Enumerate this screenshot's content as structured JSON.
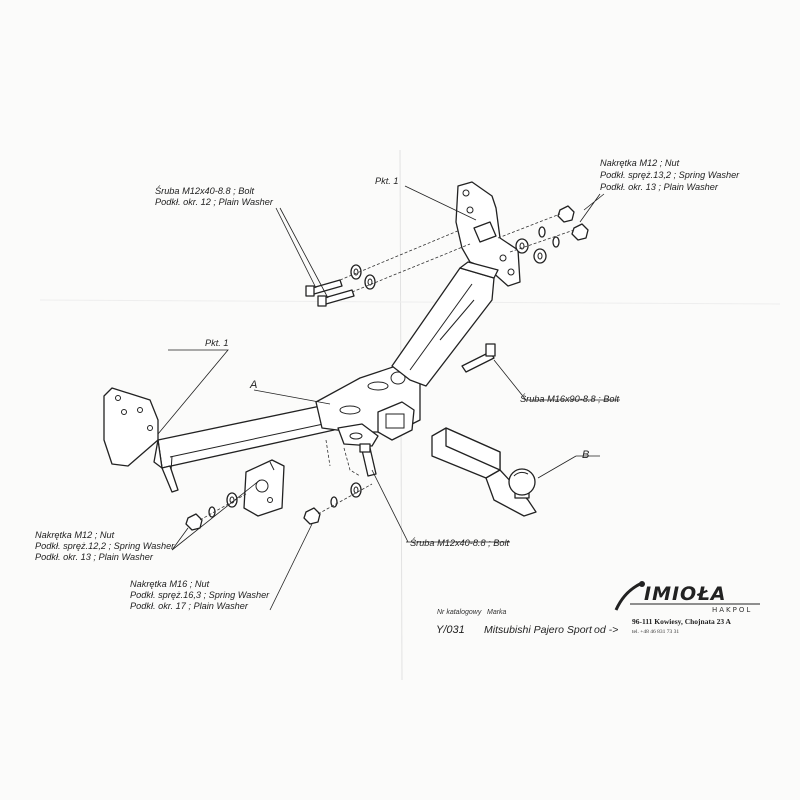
{
  "labels": {
    "bolt_m12_top": {
      "line1": "Śruba M12x40-8.8 ;  Bolt",
      "line2": "Podkł. okr. 12 ; Plain Washer"
    },
    "nut_m12_top": {
      "line1": "Nakrętka  M12 ; Nut",
      "line2": "Podkł. spręż.13,2 ; Spring Washer",
      "line3": "Podkł. okr. 13 ; Plain Washer"
    },
    "pkt1_top": "Pkt. 1",
    "pkt1_left": "Pkt. 1",
    "part_a": "A",
    "part_b": "B",
    "bolt_m16": "Śruba M16x90-8.8 ;  Bolt",
    "bolt_m12_bottom": "Śruba M12x40-8.8 ;  Bolt",
    "nut_m12_left": {
      "line1": "Nakrętka  M12 ; Nut",
      "line2": "Podkł. spręż.12,2 ; Spring Washer",
      "line3": "Podkł. okr. 13 ; Plain Washer"
    },
    "nut_m16": {
      "line1": "Nakrętka  M16 ; Nut",
      "line2": "Podkł. spręż.16,3 ; Spring Washer",
      "line3": "Podkł. okr. 17 ; Plain Washer"
    }
  },
  "catalog": {
    "nr_header": "Nr katalogowy",
    "marka_header": "Marka",
    "nr_value": "Y/031",
    "marka_value": "Mitsubishi Pajero Sport",
    "od_text": "od ->"
  },
  "brand": {
    "name": "IMIOŁA",
    "sub": "HAKPOL",
    "address": "96-111 Kowiesy, Chojnata 23 A",
    "tel": "tel. +48 46 831 73 31"
  },
  "icon_names": [
    "bolt-icon",
    "nut-icon",
    "washer-icon",
    "tow-ball-icon",
    "bracket-icon"
  ]
}
